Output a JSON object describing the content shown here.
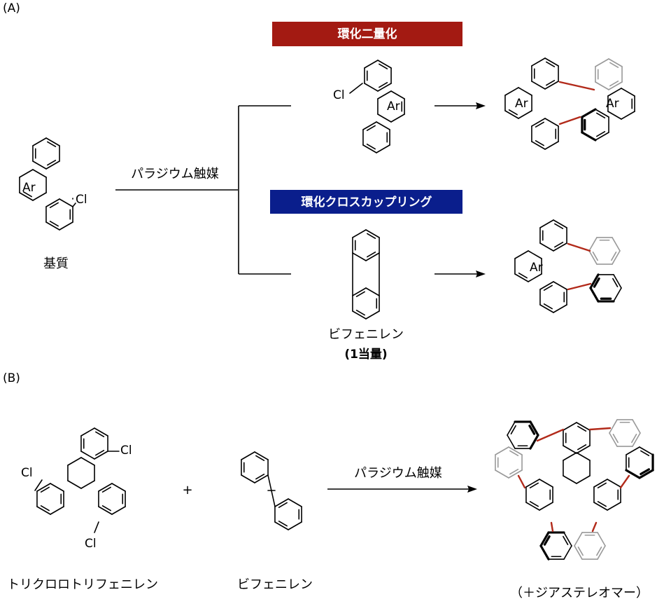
{
  "panel_a": {
    "label": "(A)",
    "substrate_label": "基質",
    "catalyst_label": "パラジウム触媒",
    "homocoupling_banner": "環化二量化",
    "crosscoupling_banner": "環化クロスカップリング",
    "biphenylene_label": "ビフェニレン",
    "equivalents_label": "(1当量)",
    "cl_label": "Cl",
    "ar_label": "Ar",
    "homocoupling_color": "#a31a12",
    "crosscoupling_color": "#0a1e8c"
  },
  "panel_b": {
    "label": "(B)",
    "trichloro_label": "トリクロロトリフェニレン",
    "plus": "+",
    "biphenylene_label": "ビフェニレン",
    "catalyst_label": "パラジウム触媒",
    "diastereomer_label": "（＋ジアステレオマー）",
    "cl_label": "Cl"
  },
  "colors": {
    "new_bond": "#b22a1a",
    "grey_ring": "#999999",
    "bond": "#000000"
  }
}
